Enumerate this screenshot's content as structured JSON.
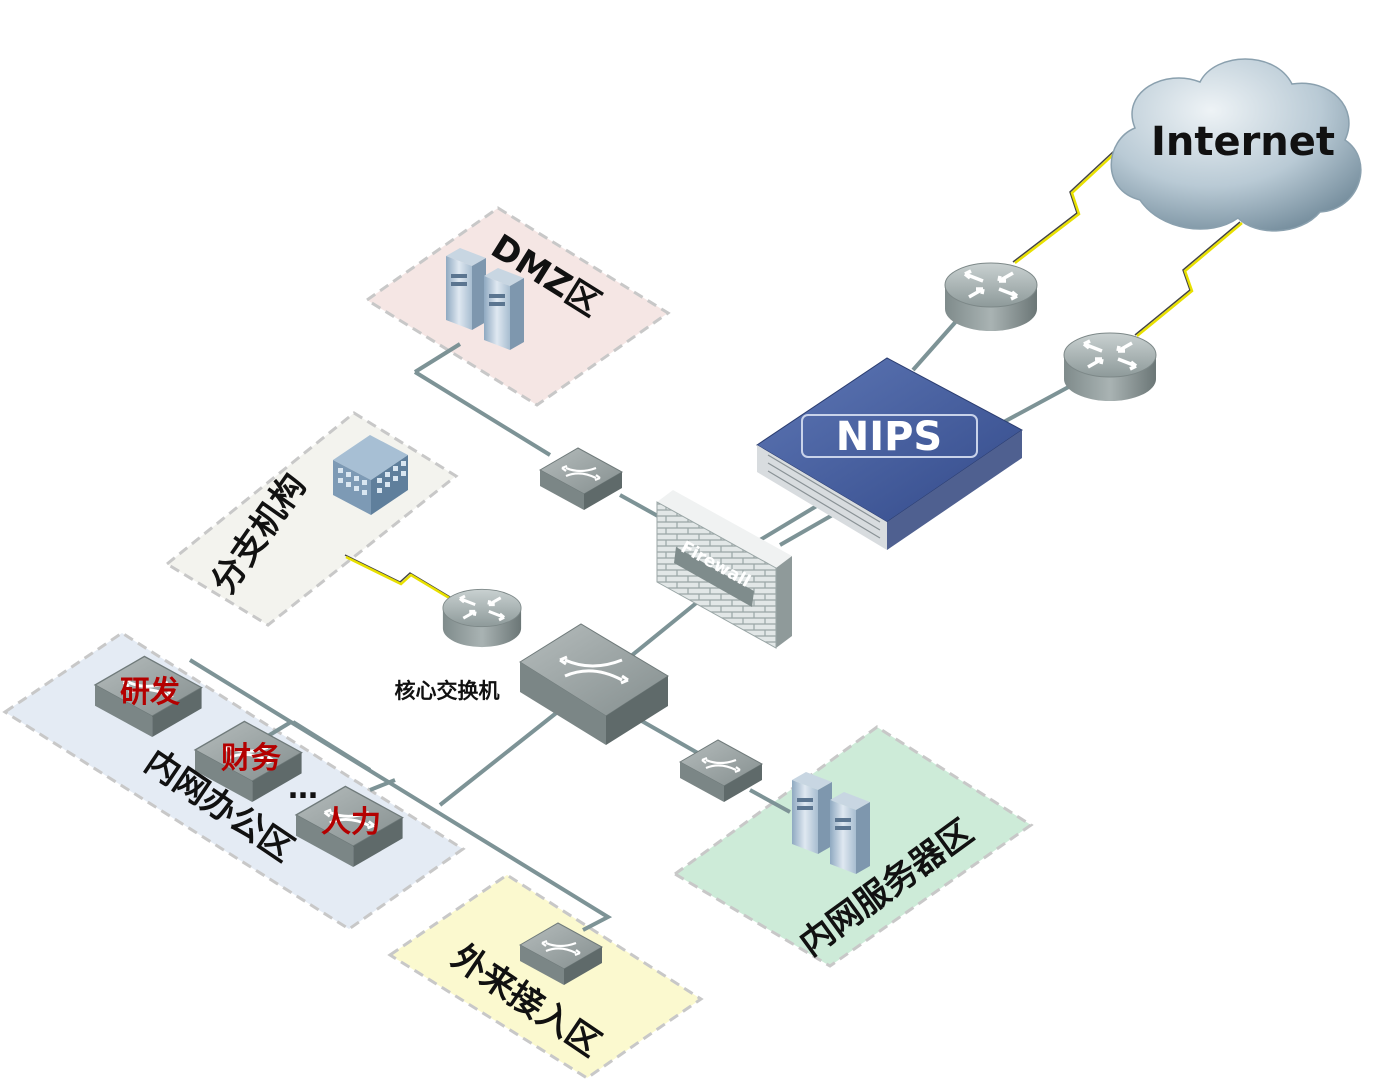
{
  "colors": {
    "link": "#7d9396",
    "zone_border": "#c8c8c8",
    "zone_dmz": "#f5e6e4",
    "zone_branch": "#f3f3ee",
    "zone_office": "#e4ebf4",
    "zone_guest": "#fbf9cf",
    "zone_servers": "#cdebd8",
    "nips_blue": "#3f5698",
    "label_red": "#b40000",
    "wan_link": "#e8e000"
  },
  "cloud": {
    "label": "Internet",
    "icon": "cloud-icon"
  },
  "nips": {
    "label": "NIPS",
    "icon": "nips-appliance-icon"
  },
  "firewall": {
    "label": "Firewall",
    "icon": "firewall-icon"
  },
  "core_switch": {
    "label": "核心交换机",
    "icon": "core-switch-icon"
  },
  "zones": {
    "dmz": {
      "label": "DMZ区",
      "icon": "server-icon"
    },
    "branch": {
      "label": "分支机构",
      "icon": "building-icon"
    },
    "office": {
      "label": "内网办公区",
      "departments": [
        "研发",
        "财务",
        "人力"
      ],
      "ellipsis": "…",
      "icon": "switch-icon"
    },
    "guest": {
      "label": "外来接入区",
      "icon": "switch-icon"
    },
    "servers": {
      "label": "内网服务器区",
      "icon": "server-icon"
    }
  },
  "routers": [
    "router-icon",
    "router-icon",
    "router-icon"
  ]
}
